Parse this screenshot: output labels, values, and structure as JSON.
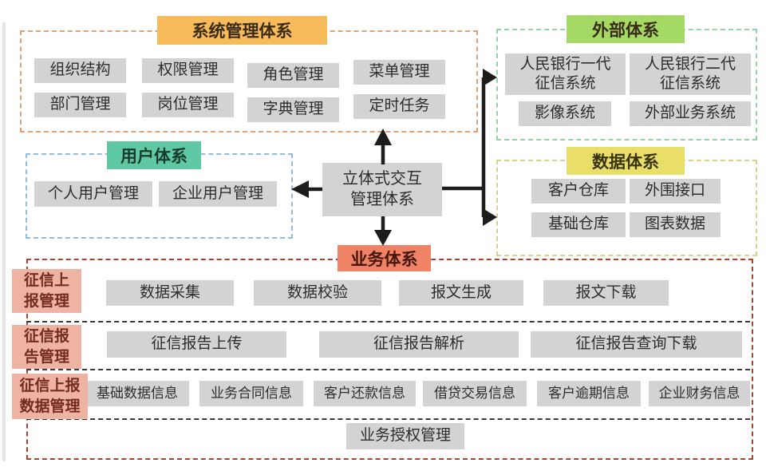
{
  "center": {
    "line1": "立体式交互",
    "line2": "管理体系"
  },
  "sections": {
    "system": {
      "title": "系统管理体系",
      "items": [
        "组织结构",
        "权限管理",
        "角色管理",
        "菜单管理",
        "部门管理",
        "岗位管理",
        "字典管理",
        "定时任务"
      ]
    },
    "external": {
      "title": "外部体系",
      "items_two_line": [
        {
          "line1": "人民银行一代",
          "line2": "征信系统"
        },
        {
          "line1": "人民银行二代",
          "line2": "征信系统"
        }
      ],
      "items": [
        "影像系统",
        "外部业务系统"
      ]
    },
    "user": {
      "title": "用户体系",
      "items": [
        "个人用户管理",
        "企业用户管理"
      ]
    },
    "data": {
      "title": "数据体系",
      "items": [
        "客户仓库",
        "外围接口",
        "基础仓库",
        "图表数据"
      ]
    },
    "business": {
      "title": "业务体系",
      "rows": [
        {
          "label_line1": "征信上",
          "label_line2": "报管理",
          "items": [
            "数据采集",
            "数据校验",
            "报文生成",
            "报文下载"
          ]
        },
        {
          "label_line1": "征信报",
          "label_line2": "告管理",
          "items": [
            "征信报告上传",
            "征信报告解析",
            "征信报告查询下载"
          ]
        },
        {
          "label_line1": "征信上报",
          "label_line2": "数据管理",
          "items": [
            "基础数据信息",
            "业务合同信息",
            "客户还款信息",
            "借贷交易信息",
            "客户逾期信息",
            "企业财务信息"
          ]
        },
        {
          "items": [
            "业务授权管理"
          ]
        }
      ]
    }
  },
  "colors": {
    "header_orange": "#f8bb5c",
    "header_green": "#a5d965",
    "header_teal": "#5fc9a4",
    "header_yellow": "#e9de67",
    "header_salmon": "#f08366",
    "label_pink": "#efb3a3",
    "label_text": "#732c20",
    "box_gray": "#d3d3d3",
    "border_orange": "#dfa277",
    "border_green": "#93d3a6",
    "border_blue": "#92bbdc",
    "border_olive": "#d8d190",
    "border_brick": "#a84331",
    "arrow": "#1c1c1c"
  }
}
